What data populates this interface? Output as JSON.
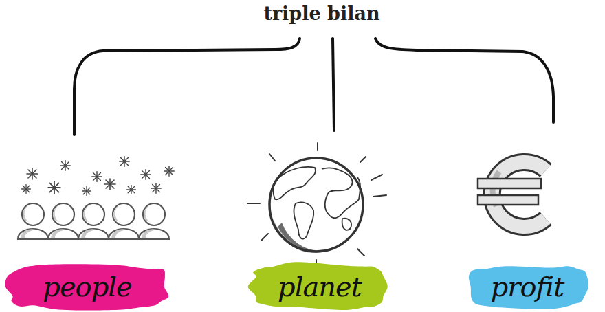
{
  "diagram": {
    "title": "triple bilan",
    "nodes": [
      {
        "text": [
          "people"
        ]
      },
      {
        "text": [
          "planet"
        ]
      },
      {
        "text": [
          "profit"
        ]
      }
    ]
  }
}
